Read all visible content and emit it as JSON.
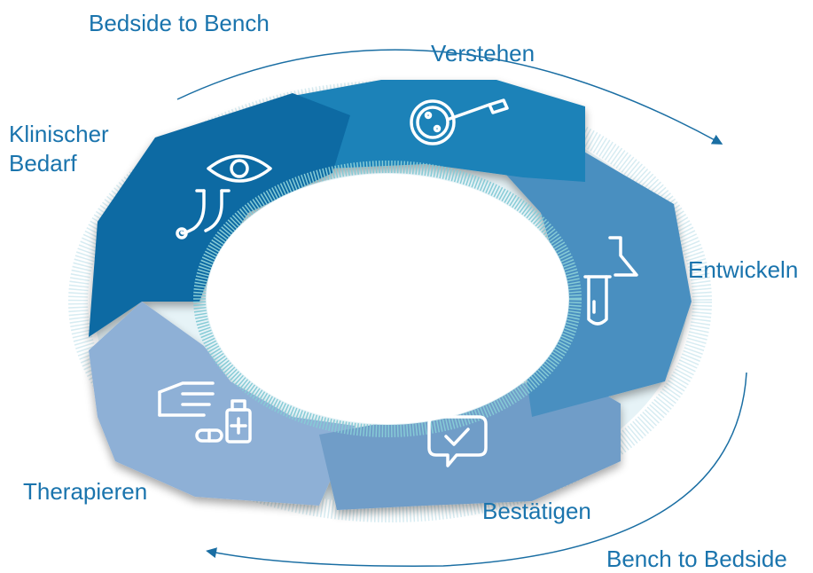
{
  "flows": {
    "top": "Bedside to Bench",
    "bottom": "Bench to Bedside"
  },
  "stages": [
    {
      "id": "klinischer-bedarf",
      "label_line1": "Klinischer",
      "label_line2": "Bedarf",
      "icons": [
        "eye-icon",
        "stethoscope-icon"
      ],
      "color": "#0e6aa3"
    },
    {
      "id": "verstehen",
      "label": "Verstehen",
      "icons": [
        "petri-dish-icon",
        "pipette-icon"
      ],
      "color": "#1a82b8"
    },
    {
      "id": "entwickeln",
      "label": "Entwickeln",
      "icons": [
        "flask-icon",
        "test-tube-icon"
      ],
      "color": "#4a8fc0"
    },
    {
      "id": "bestaetigen",
      "label": "Bestätigen",
      "icons": [
        "chat-check-icon"
      ],
      "color": "#6f9dc8"
    },
    {
      "id": "therapieren",
      "label": "Therapieren",
      "icons": [
        "hand-icon",
        "pill-icon",
        "medicine-bottle-icon"
      ],
      "color": "#8eb0d6"
    }
  ],
  "colors": {
    "text": "#1a74ad",
    "arrow": "#1a6ea3",
    "halo": "#bfe0ea",
    "inner_rim": "#86cbd6"
  }
}
